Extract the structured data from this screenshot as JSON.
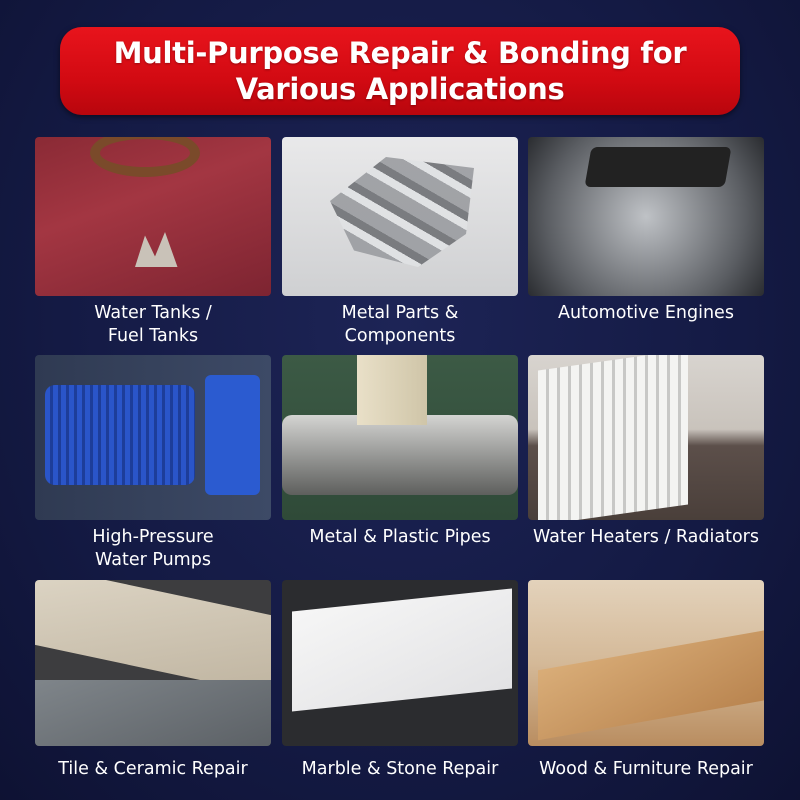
{
  "header": {
    "title_line1": "Multi-Purpose Repair & Bonding for",
    "title_line2": "Various Applications"
  },
  "items": [
    {
      "line1": "Water Tanks /",
      "line2": "Fuel Tanks"
    },
    {
      "line1": "Metal Parts &",
      "line2": "Components"
    },
    {
      "line1": "Automotive Engines",
      "line2": ""
    },
    {
      "line1": "High-Pressure",
      "line2": "Water Pumps"
    },
    {
      "line1": "Metal & Plastic Pipes",
      "line2": ""
    },
    {
      "line1": "Water Heaters / Radiators",
      "line2": ""
    },
    {
      "line1": "Tile & Ceramic Repair",
      "line2": ""
    },
    {
      "line1": "Marble & Stone Repair",
      "line2": ""
    },
    {
      "line1": "Wood & Furniture Repair",
      "line2": ""
    }
  ],
  "colors": {
    "banner": "#d20a12",
    "background": "#141a44"
  }
}
